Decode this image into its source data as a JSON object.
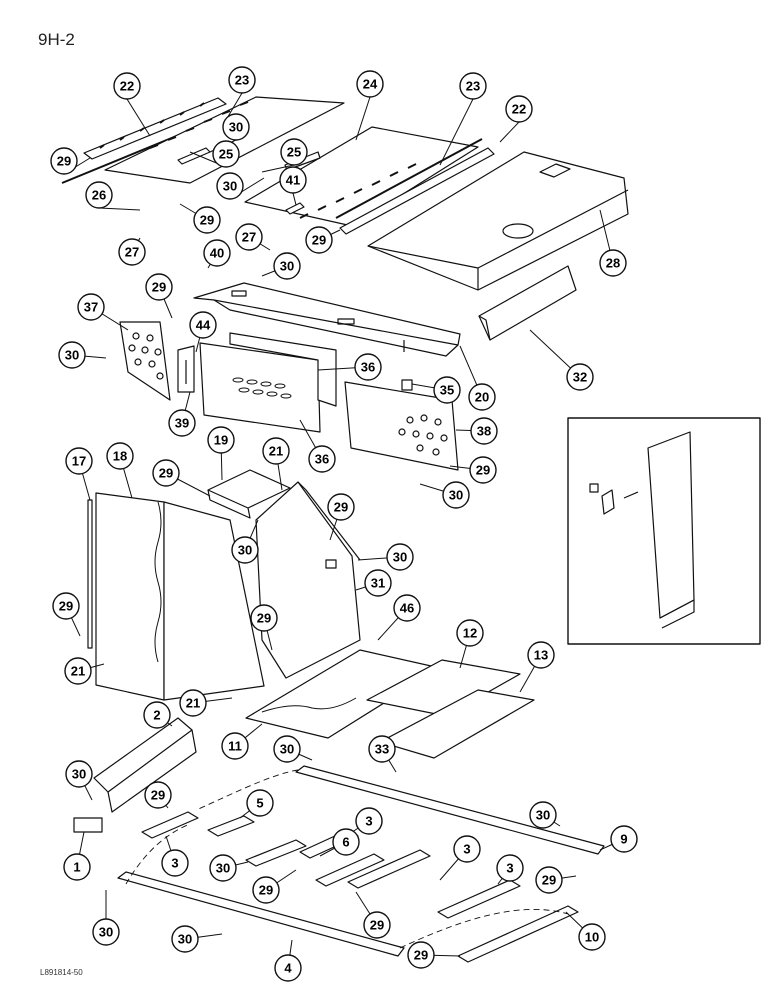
{
  "page_number": "9H-2",
  "figure_ref": "L891814-50",
  "callouts": [
    {
      "id": "c22a",
      "label": "22"
    },
    {
      "id": "c23a",
      "label": "23"
    },
    {
      "id": "c24",
      "label": "24"
    },
    {
      "id": "c23b",
      "label": "23"
    },
    {
      "id": "c22b",
      "label": "22"
    },
    {
      "id": "c30a",
      "label": "30"
    },
    {
      "id": "c25a",
      "label": "25"
    },
    {
      "id": "c25b",
      "label": "25"
    },
    {
      "id": "c29a",
      "label": "29"
    },
    {
      "id": "c26",
      "label": "26"
    },
    {
      "id": "c30b",
      "label": "30"
    },
    {
      "id": "c41",
      "label": "41"
    },
    {
      "id": "c29b",
      "label": "29"
    },
    {
      "id": "c29c",
      "label": "29"
    },
    {
      "id": "c28",
      "label": "28"
    },
    {
      "id": "c27a",
      "label": "27"
    },
    {
      "id": "c27b",
      "label": "27"
    },
    {
      "id": "c40",
      "label": "40"
    },
    {
      "id": "c30c",
      "label": "30"
    },
    {
      "id": "c29d",
      "label": "29"
    },
    {
      "id": "c37",
      "label": "37"
    },
    {
      "id": "c44",
      "label": "44"
    },
    {
      "id": "c30d",
      "label": "30"
    },
    {
      "id": "c36a",
      "label": "36"
    },
    {
      "id": "c35",
      "label": "35"
    },
    {
      "id": "c20",
      "label": "20"
    },
    {
      "id": "c32",
      "label": "32"
    },
    {
      "id": "c39",
      "label": "39"
    },
    {
      "id": "c38",
      "label": "38"
    },
    {
      "id": "c36b",
      "label": "36"
    },
    {
      "id": "c29e",
      "label": "29"
    },
    {
      "id": "c30e",
      "label": "30"
    },
    {
      "id": "c17",
      "label": "17"
    },
    {
      "id": "c18",
      "label": "18"
    },
    {
      "id": "c19",
      "label": "19"
    },
    {
      "id": "c21a",
      "label": "21"
    },
    {
      "id": "c29f",
      "label": "29"
    },
    {
      "id": "c29g",
      "label": "29"
    },
    {
      "id": "c30f",
      "label": "30"
    },
    {
      "id": "c30g",
      "label": "30"
    },
    {
      "id": "c31",
      "label": "31"
    },
    {
      "id": "c29h",
      "label": "29"
    },
    {
      "id": "c29i",
      "label": "29"
    },
    {
      "id": "c46",
      "label": "46"
    },
    {
      "id": "c12",
      "label": "12"
    },
    {
      "id": "c13",
      "label": "13"
    },
    {
      "id": "c21b",
      "label": "21"
    },
    {
      "id": "c21c",
      "label": "21"
    },
    {
      "id": "c11",
      "label": "11"
    },
    {
      "id": "c2",
      "label": "2"
    },
    {
      "id": "c30h",
      "label": "30"
    },
    {
      "id": "c33",
      "label": "33"
    },
    {
      "id": "c30i",
      "label": "30"
    },
    {
      "id": "c29j",
      "label": "29"
    },
    {
      "id": "c5",
      "label": "5"
    },
    {
      "id": "c3a",
      "label": "3"
    },
    {
      "id": "c6",
      "label": "6"
    },
    {
      "id": "c3b",
      "label": "3"
    },
    {
      "id": "c30j",
      "label": "30"
    },
    {
      "id": "c9",
      "label": "9"
    },
    {
      "id": "c1",
      "label": "1"
    },
    {
      "id": "c3c",
      "label": "3"
    },
    {
      "id": "c30k",
      "label": "30"
    },
    {
      "id": "c29k",
      "label": "29"
    },
    {
      "id": "c3d",
      "label": "3"
    },
    {
      "id": "c29l",
      "label": "29"
    },
    {
      "id": "c29m",
      "label": "29"
    },
    {
      "id": "c30l",
      "label": "30"
    },
    {
      "id": "c30m",
      "label": "30"
    },
    {
      "id": "c10",
      "label": "10"
    },
    {
      "id": "c4",
      "label": "4"
    },
    {
      "id": "c29n",
      "label": "29"
    }
  ]
}
